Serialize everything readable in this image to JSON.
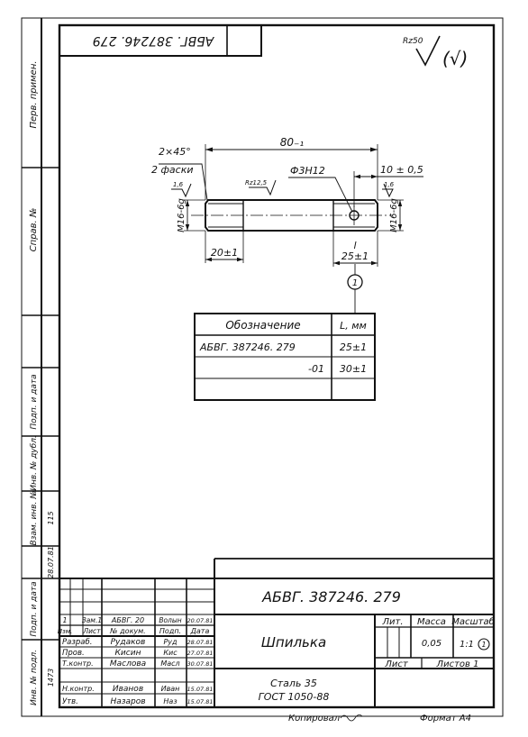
{
  "drawing": {
    "designation": "АБВГ. 387246. 279",
    "designation_rotated": "АБВГ. 387246. 279",
    "roughness_mark": "Rz50",
    "roughness_other": "(√)",
    "part_name": "Шпилька",
    "material_line1": "Сталь 35",
    "material_line2": "ГОСТ 1050-88",
    "copied_label": "Копировал",
    "format_label": "Формат А4"
  },
  "side_labels": {
    "first_use": "Перв. примен.",
    "reference_no": "Справ. №",
    "sign_date_top": "Подп. и дата",
    "dup_inv": "Инв. № дубл.",
    "replace_inv": "Взам. инв. №",
    "sign_date_bottom": "Подп. и дата",
    "orig_inv": "Инв. № подл.",
    "sign_date_value": "28.07.81",
    "replace_value": "115",
    "orig_value": "1473"
  },
  "dimensions": {
    "overall_length": "80₋₁",
    "chamfer": "2×45°",
    "chamfer_count": "2 фаски",
    "hole": "Ф3Н12",
    "hole_offset": "10 ± 0,5",
    "thread_left": "М16-6g",
    "thread_right": "М16-6g",
    "left_len": "20±1",
    "l_label": "l",
    "l_value": "25±1",
    "rough_mid": "Rz12,5",
    "rough_left": "1,6",
    "rough_right": "1,6",
    "callout": "1"
  },
  "variants_table": {
    "headers": [
      "Обозначение",
      "L, мм"
    ],
    "rows": [
      [
        "АБВГ. 387246. 279",
        "25±1"
      ],
      [
        "-01",
        "30±1"
      ],
      [
        "",
        ""
      ]
    ]
  },
  "title_block": {
    "head_labels": [
      "Изм.",
      "Лист",
      "№ докум.",
      "Подп.",
      "Дата"
    ],
    "change_row": [
      "1",
      "Зам.1",
      "АБВГ. 20",
      "Волын",
      "20.07.81"
    ],
    "roles": [
      {
        "role": "Разраб.",
        "name": "Рудаков",
        "sign": "Руд",
        "date": "28.07.81"
      },
      {
        "role": "Пров.",
        "name": "Кисин",
        "sign": "Кис",
        "date": "27.07.81"
      },
      {
        "role": "Т.контр.",
        "name": "Маслова",
        "sign": "Масл",
        "date": "30.07.81"
      },
      {
        "role": "",
        "name": "",
        "sign": "",
        "date": ""
      },
      {
        "role": "Н.контр.",
        "name": "Иванов",
        "sign": "Иван",
        "date": "15.07.81"
      },
      {
        "role": "Утв.",
        "name": "Назаров",
        "sign": "Наз",
        "date": "15.07.81"
      }
    ],
    "lit_label": "Лит.",
    "mass_label": "Масса",
    "scale_label": "Масштаб",
    "mass_value": "0,05",
    "scale_value": "1:1",
    "scale_callout": "1",
    "sheet_label": "Лист",
    "sheets_label": "Листов 1"
  }
}
